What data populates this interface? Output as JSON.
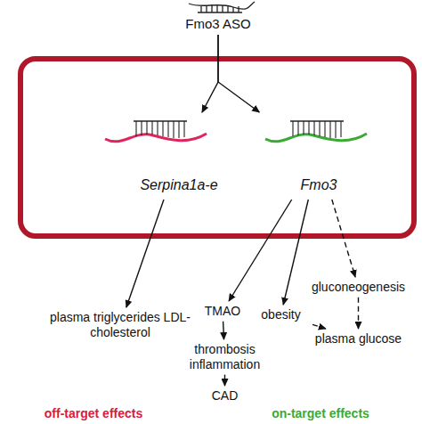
{
  "diagram": {
    "nodes": [
      {
        "text": [
          "Fmo3 ASO"
        ]
      },
      {
        "text": []
      },
      {
        "text": [
          "Serpina1a-e"
        ],
        "in": 1
      },
      {
        "text": [
          "Fmo3"
        ],
        "in": 1
      },
      {
        "text": [
          "plasma triglycerides LDL-cholesterol"
        ]
      },
      {
        "text": [
          "TMAO"
        ]
      },
      {
        "text": [
          "thrombosis inflammation"
        ]
      },
      {
        "text": [
          "CAD"
        ]
      },
      {
        "text": [
          "gluconeogenesis"
        ]
      },
      {
        "text": [
          "obesity"
        ]
      },
      {
        "text": [
          "plasma glucose"
        ]
      }
    ],
    "edges": [
      {
        "from": 0,
        "to": 2,
        "arrow": "to"
      },
      {
        "from": 0,
        "to": 3,
        "arrow": "to"
      },
      {
        "from": 2,
        "to": 4,
        "arrow": "to"
      },
      {
        "from": 3,
        "to": 5,
        "arrow": "to"
      },
      {
        "from": 5,
        "to": 6,
        "arrow": "to"
      },
      {
        "from": 6,
        "to": 7,
        "arrow": "to"
      },
      {
        "from": 3,
        "to": 9,
        "arrow": "to"
      },
      {
        "from": 3,
        "to": 8,
        "arrow": "to"
      },
      {
        "from": 9,
        "to": 10,
        "arrow": "to"
      },
      {
        "from": 8,
        "to": 10,
        "arrow": "to"
      }
    ],
    "labels": [
      "off-target effects",
      "on-target effects"
    ]
  }
}
